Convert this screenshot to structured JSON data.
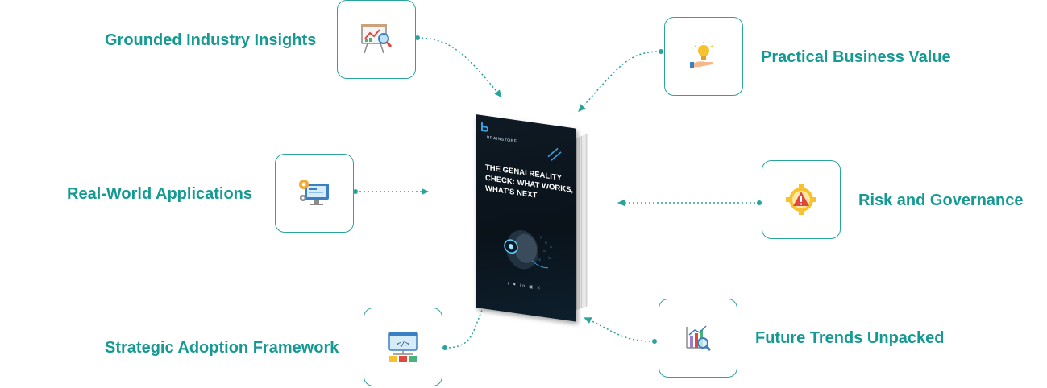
{
  "features": {
    "grounded": "Grounded Industry Insights",
    "practical": "Practical Business Value",
    "realworld": "Real-World Applications",
    "risk": "Risk and Governance",
    "strategic": "Strategic Adoption Framework",
    "future": "Future Trends Unpacked"
  },
  "book": {
    "brand": "BRAINSTORE",
    "title": "THE GENAI REALITY CHECK: WHAT WORKS, WHAT'S NEXT",
    "social": "f ♥ in ▣ X"
  },
  "colors": {
    "accent": "#159a93",
    "border": "#2aa39b",
    "cover": "#0f1a24"
  },
  "icons": {
    "grounded": "presentation-chart-icon",
    "practical": "hand-lightbulb-icon",
    "realworld": "monitor-gears-icon",
    "risk": "warning-gear-icon",
    "strategic": "code-structure-icon",
    "future": "chart-magnifier-icon"
  }
}
